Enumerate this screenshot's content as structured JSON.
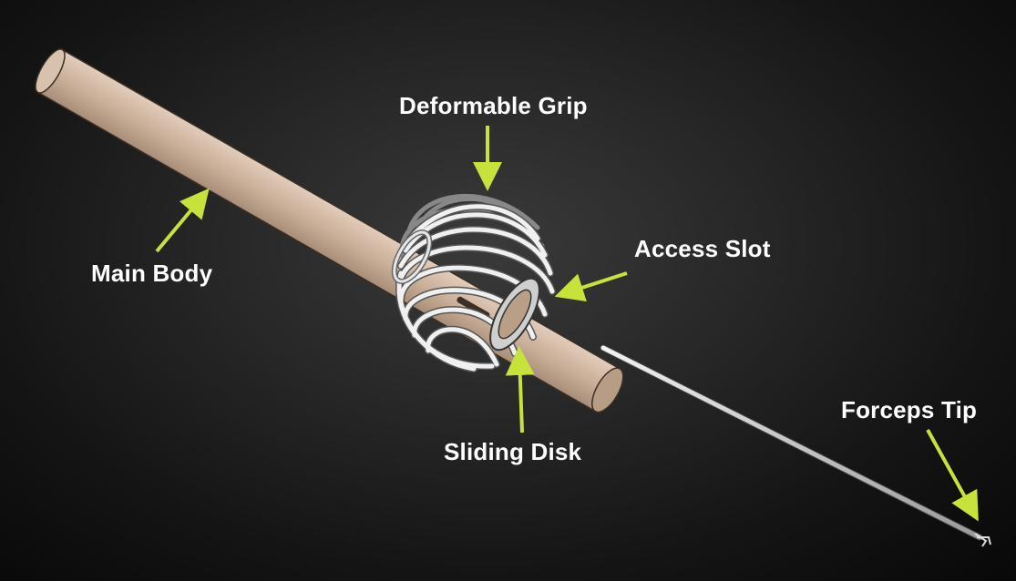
{
  "labels": {
    "main_body": "Main Body",
    "deformable_grip": "Deformable Grip",
    "access_slot": "Access Slot",
    "sliding_disk": "Sliding Disk",
    "forceps_tip": "Forceps Tip"
  },
  "colors": {
    "body": "#cbb09a",
    "wire": "#e8e8e8",
    "arrow": "#c7e23a",
    "label_text": "#ffffff"
  }
}
